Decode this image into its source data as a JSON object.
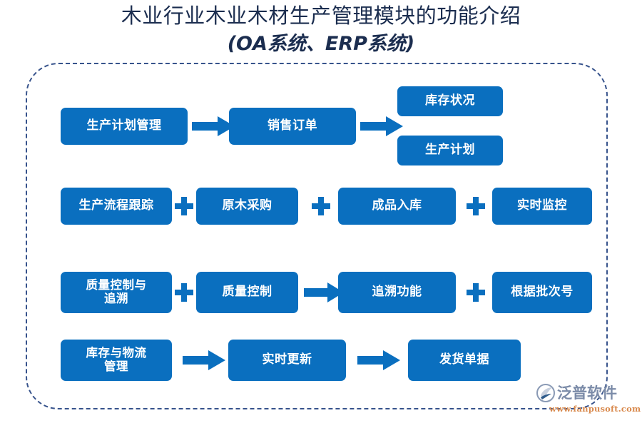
{
  "title": {
    "line1": "木业行业木业木材生产管理模块的功能介绍",
    "line2": "(OA系统、ERP系统)"
  },
  "colors": {
    "node_fill": "#0a6fbf",
    "node_text": "#ffffff",
    "frame_border": "#37538c",
    "title_text": "#1b2d4f",
    "connector": "#0a6fbf",
    "logo_name": "#7b8ba8",
    "logo_url": "#d98a4e"
  },
  "diagram": {
    "rows": [
      {
        "id": "row-production-plan",
        "nodes": [
          {
            "id": "n-production-plan-mgmt",
            "label": "生产计划管理"
          },
          {
            "id": "n-sales-order",
            "label": "销售订单"
          },
          {
            "id": "n-stock-status",
            "label": "库存状况"
          },
          {
            "id": "n-production-plan",
            "label": "生产计划"
          }
        ],
        "connectors": [
          {
            "id": "c-r1-a1",
            "type": "arrow"
          },
          {
            "id": "c-r1-a2",
            "type": "arrow"
          }
        ]
      },
      {
        "id": "row-process-tracking",
        "nodes": [
          {
            "id": "n-process-tracking",
            "label": "生产流程跟踪"
          },
          {
            "id": "n-log-purchase",
            "label": "原木采购"
          },
          {
            "id": "n-finished-goods-in",
            "label": "成品入库"
          },
          {
            "id": "n-realtime-monitor",
            "label": "实时监控"
          }
        ],
        "connectors": [
          {
            "id": "c-r2-p1",
            "type": "plus"
          },
          {
            "id": "c-r2-p2",
            "type": "plus"
          },
          {
            "id": "c-r2-p3",
            "type": "plus"
          }
        ]
      },
      {
        "id": "row-quality-trace",
        "nodes": [
          {
            "id": "n-quality-and-trace",
            "label": "质量控制与\n追溯"
          },
          {
            "id": "n-quality-control",
            "label": "质量控制"
          },
          {
            "id": "n-trace-function",
            "label": "追溯功能"
          },
          {
            "id": "n-by-batch-number",
            "label": "根据批次号"
          }
        ],
        "connectors": [
          {
            "id": "c-r3-p1",
            "type": "plus"
          },
          {
            "id": "c-r3-a1",
            "type": "arrow"
          },
          {
            "id": "c-r3-p2",
            "type": "plus"
          }
        ]
      },
      {
        "id": "row-inventory-logistics",
        "nodes": [
          {
            "id": "n-inventory-logistics-mgmt",
            "label": "库存与物流\n管理"
          },
          {
            "id": "n-realtime-update",
            "label": "实时更新"
          },
          {
            "id": "n-shipping-document",
            "label": "发货单据"
          }
        ],
        "connectors": [
          {
            "id": "c-r4-a1",
            "type": "arrow"
          },
          {
            "id": "c-r4-a2",
            "type": "arrow"
          }
        ]
      }
    ]
  },
  "watermark": {
    "name": "泛普软件",
    "url": "www.fanpusoft.com"
  }
}
